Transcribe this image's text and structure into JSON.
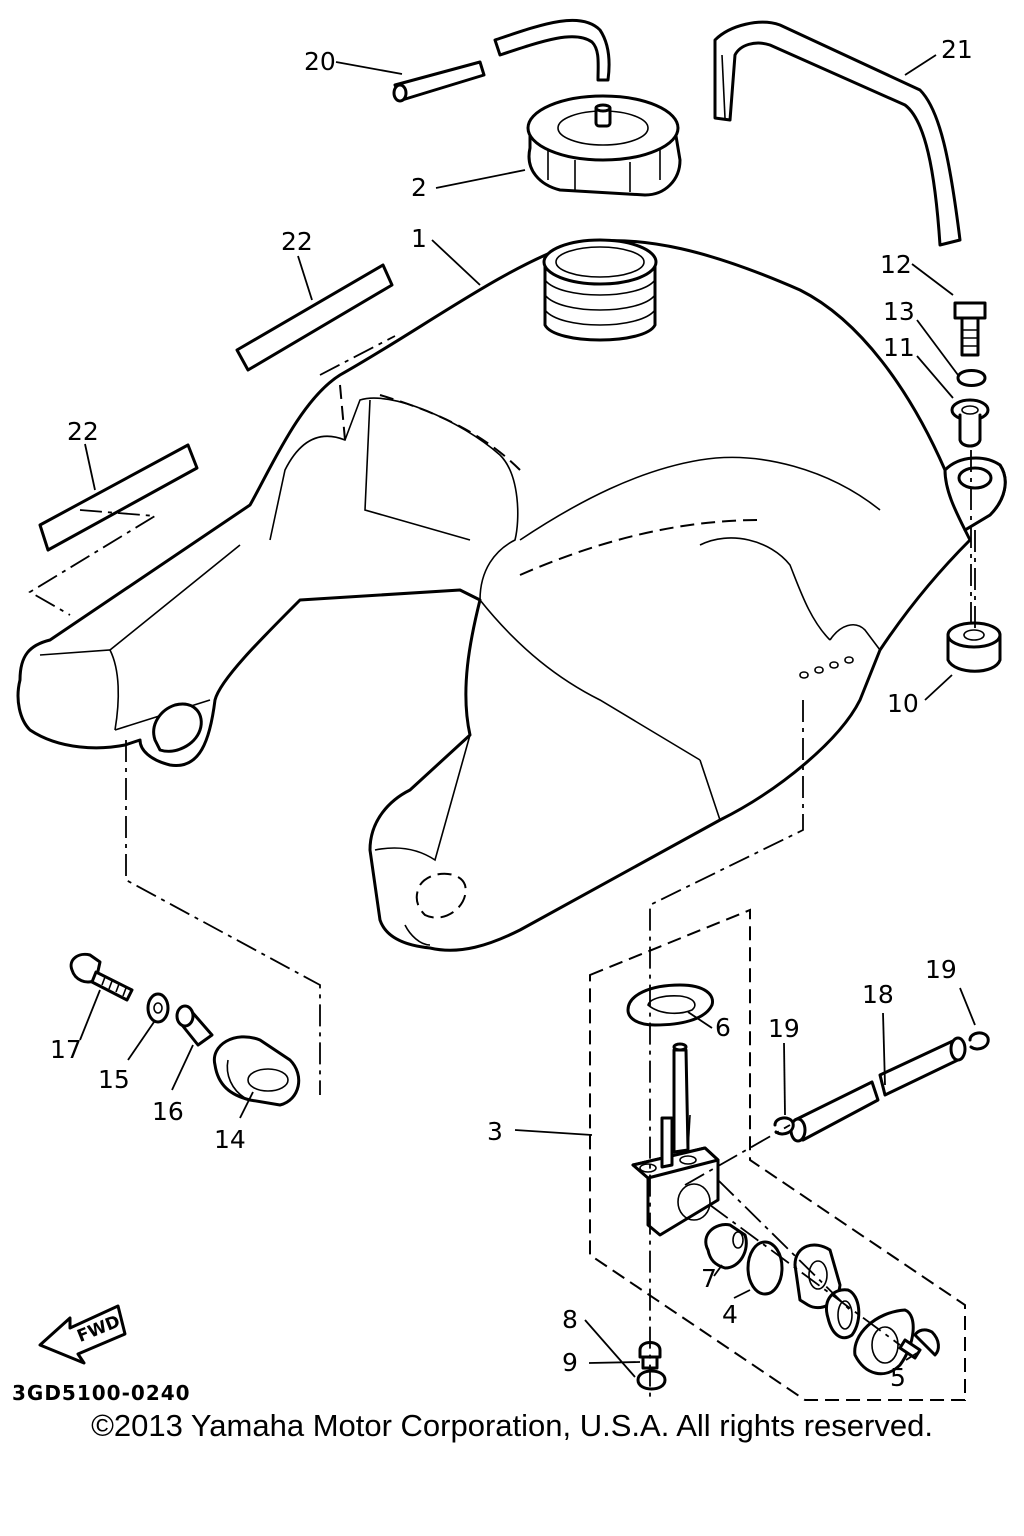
{
  "parts": [
    {
      "id": "label-1",
      "text": "1"
    },
    {
      "id": "label-2",
      "text": "2"
    },
    {
      "id": "label-3",
      "text": "3"
    },
    {
      "id": "label-4",
      "text": "4"
    },
    {
      "id": "label-5",
      "text": "5"
    },
    {
      "id": "label-6",
      "text": "6"
    },
    {
      "id": "label-7",
      "text": "7"
    },
    {
      "id": "label-8",
      "text": "8"
    },
    {
      "id": "label-9",
      "text": "9"
    },
    {
      "id": "label-10",
      "text": "10"
    },
    {
      "id": "label-11",
      "text": "11"
    },
    {
      "id": "label-12",
      "text": "12"
    },
    {
      "id": "label-13",
      "text": "13"
    },
    {
      "id": "label-14",
      "text": "14"
    },
    {
      "id": "label-15",
      "text": "15"
    },
    {
      "id": "label-16",
      "text": "16"
    },
    {
      "id": "label-17",
      "text": "17"
    },
    {
      "id": "label-18",
      "text": "18"
    },
    {
      "id": "label-19a",
      "text": "19"
    },
    {
      "id": "label-19b",
      "text": "19"
    },
    {
      "id": "label-20",
      "text": "20"
    },
    {
      "id": "label-21",
      "text": "21"
    },
    {
      "id": "label-22a",
      "text": "22"
    },
    {
      "id": "label-22b",
      "text": "22"
    }
  ],
  "fwd_label": "FWD",
  "diagram_code": "3GD5100-0240",
  "copyright": "©2013 Yamaha Motor Corporation, U.S.A. All rights reserved."
}
